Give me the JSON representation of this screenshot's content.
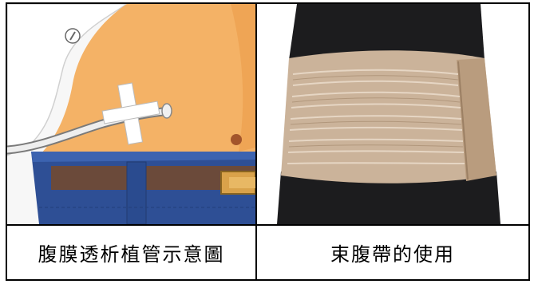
{
  "cells": [
    {
      "caption": "腹膜透析植管示意圖",
      "image": "peritoneal-dialysis-catheter-illustration"
    },
    {
      "caption": "束腹帶的使用",
      "image": "abdominal-binder-photo"
    }
  ],
  "colors": {
    "border": "#000000",
    "skin": "#f4b266",
    "jeans": "#2e4f95",
    "belt": "#6b4a3a",
    "binder": "#cbb39a"
  }
}
